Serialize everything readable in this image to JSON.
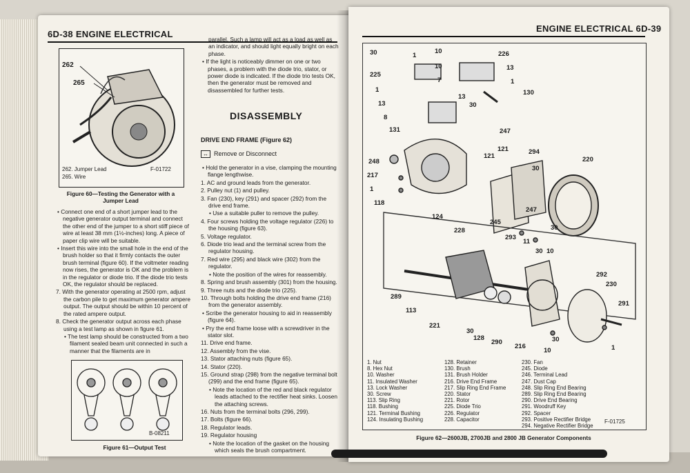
{
  "left_page": {
    "header": "6D-38  ENGINE ELECTRICAL",
    "fig60": {
      "callouts": [
        "262",
        "265"
      ],
      "code": "F-01722",
      "legend": [
        "262. Jumper Lead",
        "265. Wire"
      ],
      "caption": "Figure 60—Testing the Generator with a Jumper Lead"
    },
    "col1": [
      {
        "s": "b",
        "t": "• Connect one end of a short jumper lead to the negative generator output terminal and connect the other end of the jumper to a short stiff piece of wire at least 38 mm (1½-inches) long. A piece of paper clip wire will be suitable."
      },
      {
        "s": "b",
        "t": "• Insert this wire into the small hole in the end of the brush holder so that it firmly contacts the outer brush terminal (figure 60). If the voltmeter reading now rises, the generator is OK and the problem is in the regulator or diode trio. If the diode trio tests OK, the regulator should be replaced."
      },
      {
        "s": "n",
        "t": "7. With the generator operating at 2500 rpm, adjust the carbon pile to get maximum generator ampere output. The output should be within 10 percent of the rated ampere output."
      },
      {
        "s": "n",
        "t": "8. Check the generator output across each phase using a test lamp as shown in figure 61."
      },
      {
        "s": "b2",
        "t": "• The test lamp should be constructed from a two filament sealed beam unit connected in such a manner that the filaments are in"
      }
    ],
    "fig61": {
      "code": "B-08211",
      "caption": "Figure 61—Output Test"
    },
    "col2": [
      {
        "s": "ind",
        "t": "parallel. Such a lamp will act as a load as well as an indicator, and should light equally bright on each phase."
      },
      {
        "s": "b",
        "t": "• If the light is noticeably dimmer on one or two phases, a problem with the diode trio, stator, or power diode is indicated. If the diode trio tests OK, then the generator must be removed and disassembled for further tests."
      }
    ],
    "disassembly_title": "DISASSEMBLY",
    "section_header": "DRIVE END FRAME (Figure 62)",
    "remove_label": "Remove or Disconnect",
    "remove_icon": "↔",
    "col2b": [
      {
        "s": "b",
        "t": "• Hold the generator in a vise, clamping the mounting flange lengthwise."
      },
      {
        "s": "n",
        "t": "1. AC and ground leads from the generator."
      },
      {
        "s": "n",
        "t": "2. Pulley nut (1) and pulley."
      },
      {
        "s": "n",
        "t": "3. Fan (230), key (291) and spacer (292) from the drive end frame."
      },
      {
        "s": "b2",
        "t": "• Use a suitable puller to remove the pulley."
      },
      {
        "s": "n",
        "t": "4. Four screws holding the voltage regulator (226) to the housing (figure 63)."
      },
      {
        "s": "n",
        "t": "5. Voltage regulator."
      },
      {
        "s": "n",
        "t": "6. Diode trio lead and the terminal screw from the regulator housing."
      },
      {
        "s": "n",
        "t": "7. Red wire (295) and black wire (302) from the regulator."
      },
      {
        "s": "b2",
        "t": "• Note the position of the wires for reassembly."
      },
      {
        "s": "n",
        "t": "8. Spring and brush assembly (301) from the housing."
      },
      {
        "s": "n",
        "t": "9. Three nuts and the diode trio (225)."
      },
      {
        "s": "n",
        "t": "10. Through bolts holding the drive end frame (216) from the generator assembly."
      },
      {
        "s": "b",
        "t": "• Scribe the generator housing to aid in reassembly (figure 64)."
      },
      {
        "s": "b",
        "t": "• Pry the end frame loose with a screwdriver in the stator slot."
      },
      {
        "s": "n",
        "t": "11. Drive end frame."
      },
      {
        "s": "n",
        "t": "12. Assembly from the vise."
      },
      {
        "s": "n",
        "t": "13. Stator attaching nuts (figure 65)."
      },
      {
        "s": "n",
        "t": "14. Stator (220)."
      },
      {
        "s": "n",
        "t": "15. Ground strap (298) from the negative terminal bolt (299) and the end frame (figure 65)."
      },
      {
        "s": "b2",
        "t": "• Note the location of the red and black regulator leads attached to the rectifier heat sinks. Loosen the attaching screws."
      },
      {
        "s": "n",
        "t": "16. Nuts from the terminal bolts (296, 299)."
      },
      {
        "s": "n",
        "t": "17. Bolts (figure 66)."
      },
      {
        "s": "n",
        "t": "18. Regulator leads."
      },
      {
        "s": "n",
        "t": "19. Regulator housing"
      },
      {
        "s": "b2",
        "t": "• Note the location of the gasket on the housing which seals the brush compartment."
      }
    ]
  },
  "right_page": {
    "header": "ENGINE ELECTRICAL  6D-39",
    "callouts": [
      {
        "n": "30"
      },
      {
        "n": "1"
      },
      {
        "n": "10"
      },
      {
        "n": "225"
      },
      {
        "n": "1"
      },
      {
        "n": "13"
      },
      {
        "n": "8"
      },
      {
        "n": "131"
      },
      {
        "n": "10"
      },
      {
        "n": "7"
      },
      {
        "n": "226"
      },
      {
        "n": "13"
      },
      {
        "n": "1"
      },
      {
        "n": "130"
      },
      {
        "n": "13"
      },
      {
        "n": "30"
      },
      {
        "n": "247"
      },
      {
        "n": "121"
      },
      {
        "n": "294"
      },
      {
        "n": "220"
      },
      {
        "n": "248"
      },
      {
        "n": "217"
      },
      {
        "n": "1"
      },
      {
        "n": "118"
      },
      {
        "n": "30"
      },
      {
        "n": "121"
      },
      {
        "n": "124"
      },
      {
        "n": "228"
      },
      {
        "n": "245"
      },
      {
        "n": "293"
      },
      {
        "n": "247"
      },
      {
        "n": "30"
      },
      {
        "n": "11"
      },
      {
        "n": "30"
      },
      {
        "n": "10"
      },
      {
        "n": "289"
      },
      {
        "n": "113"
      },
      {
        "n": "221"
      },
      {
        "n": "30"
      },
      {
        "n": "128"
      },
      {
        "n": "290"
      },
      {
        "n": "216"
      },
      {
        "n": "10"
      },
      {
        "n": "30"
      },
      {
        "n": "292"
      },
      {
        "n": "230"
      },
      {
        "n": "291"
      },
      {
        "n": "1"
      }
    ],
    "legend_col1": [
      "1.  Nut",
      "8.  Hex Nut",
      "10. Washer",
      "11. Insulated Washer",
      "13. Lock Washer",
      "30. Screw",
      "113. Slip Ring",
      "118. Bushing",
      "121. Terminal Bushing",
      "124. Insulating Bushing"
    ],
    "legend_col2": [
      "128. Retainer",
      "130. Brush",
      "131. Brush Holder",
      "216. Drive End Frame",
      "217. Slip Ring End Frame",
      "220. Stator",
      "221. Rotor",
      "225. Diode Trio",
      "226. Regulator",
      "228. Capacitor"
    ],
    "legend_col3": [
      "230. Fan",
      "245. Diode",
      "246. Terminal Lead",
      "247. Dust Cap",
      "248. Slip Ring End Bearing",
      "289. Slip Ring End Bearing",
      "290. Drive End Bearing",
      "291. Woodruff Key",
      "292. Spacer",
      "293. Positive Rectifier Bridge",
      "294. Negative Rectifier Bridge"
    ],
    "code": "F-01725",
    "caption": "Figure 62—2600JB, 2700JB and 2800 JB Generator Components"
  }
}
